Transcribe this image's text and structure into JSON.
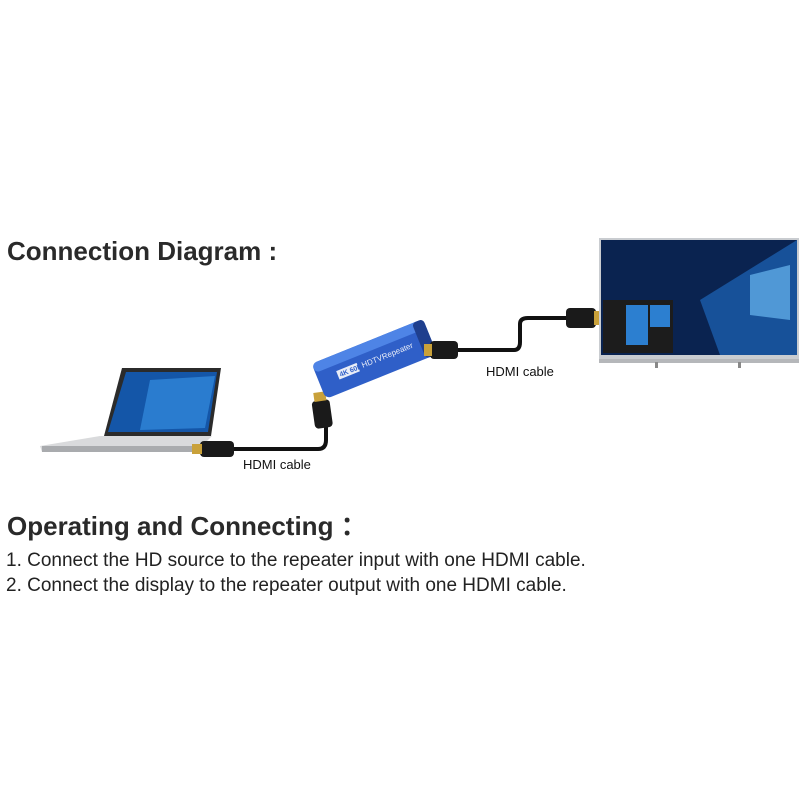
{
  "headings": {
    "connection": "Connection Diagram :",
    "operating": "Operating and Connecting ："
  },
  "steps": [
    "1. Connect the HD source to the repeater input with one HDMI cable.",
    "2. Connect the display to the repeater output with one HDMI cable."
  ],
  "cable_labels": {
    "input": "HDMI cable",
    "output": "HDMI cable"
  },
  "device": {
    "badge": "4K 60Hz",
    "name": "HDTVRepeater",
    "color": "#2f5fc8"
  }
}
